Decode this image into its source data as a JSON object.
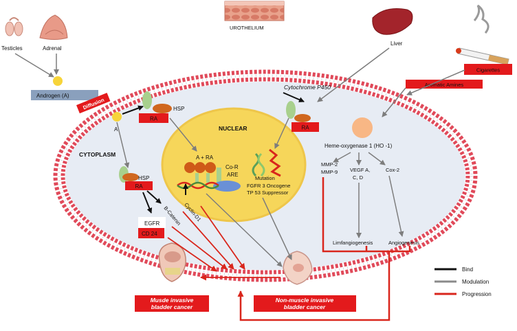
{
  "labels": {
    "testicles": "Testicles",
    "adrenal": "Adrenal",
    "urothelium": "UROTHELIUM",
    "liver": "Liver",
    "cigarettes": "Cigarettes",
    "aromatic_amines": "Aromatic Amines",
    "androgen": "Androgen (A)",
    "diffusion": "Diffusion",
    "cytochrome": "Cytochrome P450",
    "hsp_top": "HSP",
    "ra_top": "RA",
    "a_free": "A",
    "nuclear": "NUCLEAR",
    "cytoplasm": "CYTOPLASM",
    "ho1": "Heme-oxygenase 1 (HO -1)",
    "ra_right": "RA",
    "a_ra": "A + RA",
    "cor": "Co-R",
    "are": "ARE",
    "mutation": "Mutation",
    "fgfr3": "FGFR 3 Oncogene",
    "tp53": "TP 53 Suppressor",
    "mmp2": "MMP-2",
    "mmp9": "MMP-9",
    "vegf1": "VEGF A,",
    "vegf2": "C, D",
    "cox2": "Cox-2",
    "hsp_left": "HSP",
    "ra_left": "RA",
    "cyclin": "Cyclin-D1",
    "bcatenin": "B-Catenin",
    "egfr": "EGFR",
    "cd24": "CD 24",
    "limf": "Limfangiogenesis",
    "angio": "Angiogenesis",
    "muscle_line1": "Musde invasive",
    "muscle_line2": "bladder cancer",
    "nonmuscle_line1": "Non-muscle invasive",
    "nonmuscle_line2": "bladder cancer"
  },
  "legend": {
    "items": [
      {
        "label": "Bind",
        "color": "#111111"
      },
      {
        "label": "Modulation",
        "color": "#8a8a8a"
      },
      {
        "label": "Progression",
        "color": "#d9261c"
      }
    ]
  },
  "colors": {
    "membrane": "#e04a5a",
    "cell": "#e7ecf4",
    "nucleus": "#f6d65a",
    "red_box": "#e31a1c",
    "blue_bar": "#8aa0bd",
    "progression": "#d9261c"
  }
}
